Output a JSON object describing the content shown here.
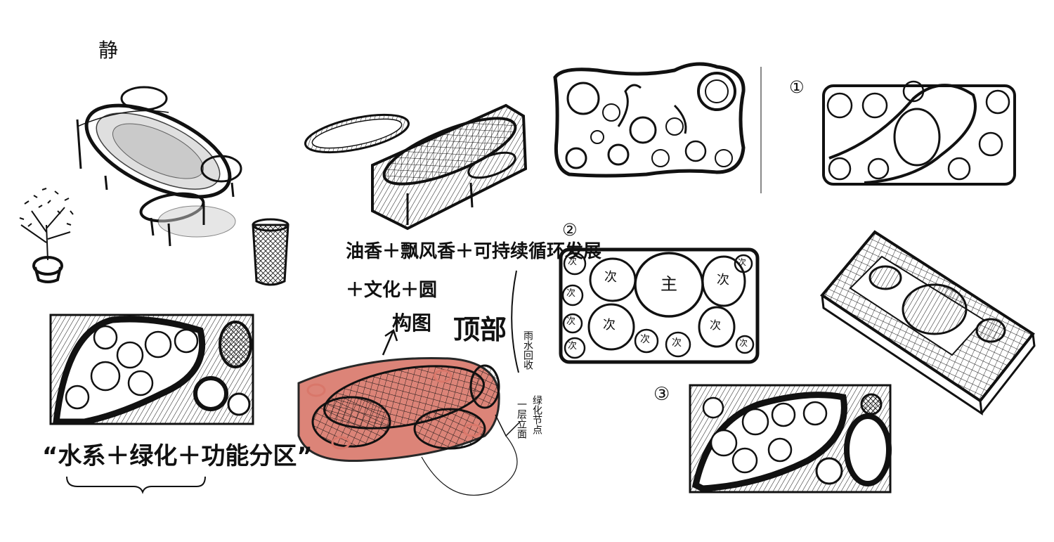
{
  "annotations": {
    "corner_mark": "静",
    "concept_line_1": "油香＋飘风香＋可持续循环发展",
    "concept_line_2": "＋文化＋圆",
    "arrow_label": "构图",
    "top_label": "顶部",
    "bottom_caption": "“水系＋绿化＋功能分区”",
    "side_note_1": "雨水回收",
    "side_note_2": "一层立面",
    "side_note_3": "绿化节点",
    "variant_1": "①",
    "variant_2": "②",
    "variant_3": "③",
    "main_zone": "主",
    "secondary_zone": "次"
  },
  "colors": {
    "ink": "#111111",
    "accent_red": "#d9776a",
    "grey_wash": "#c9c9c9"
  }
}
